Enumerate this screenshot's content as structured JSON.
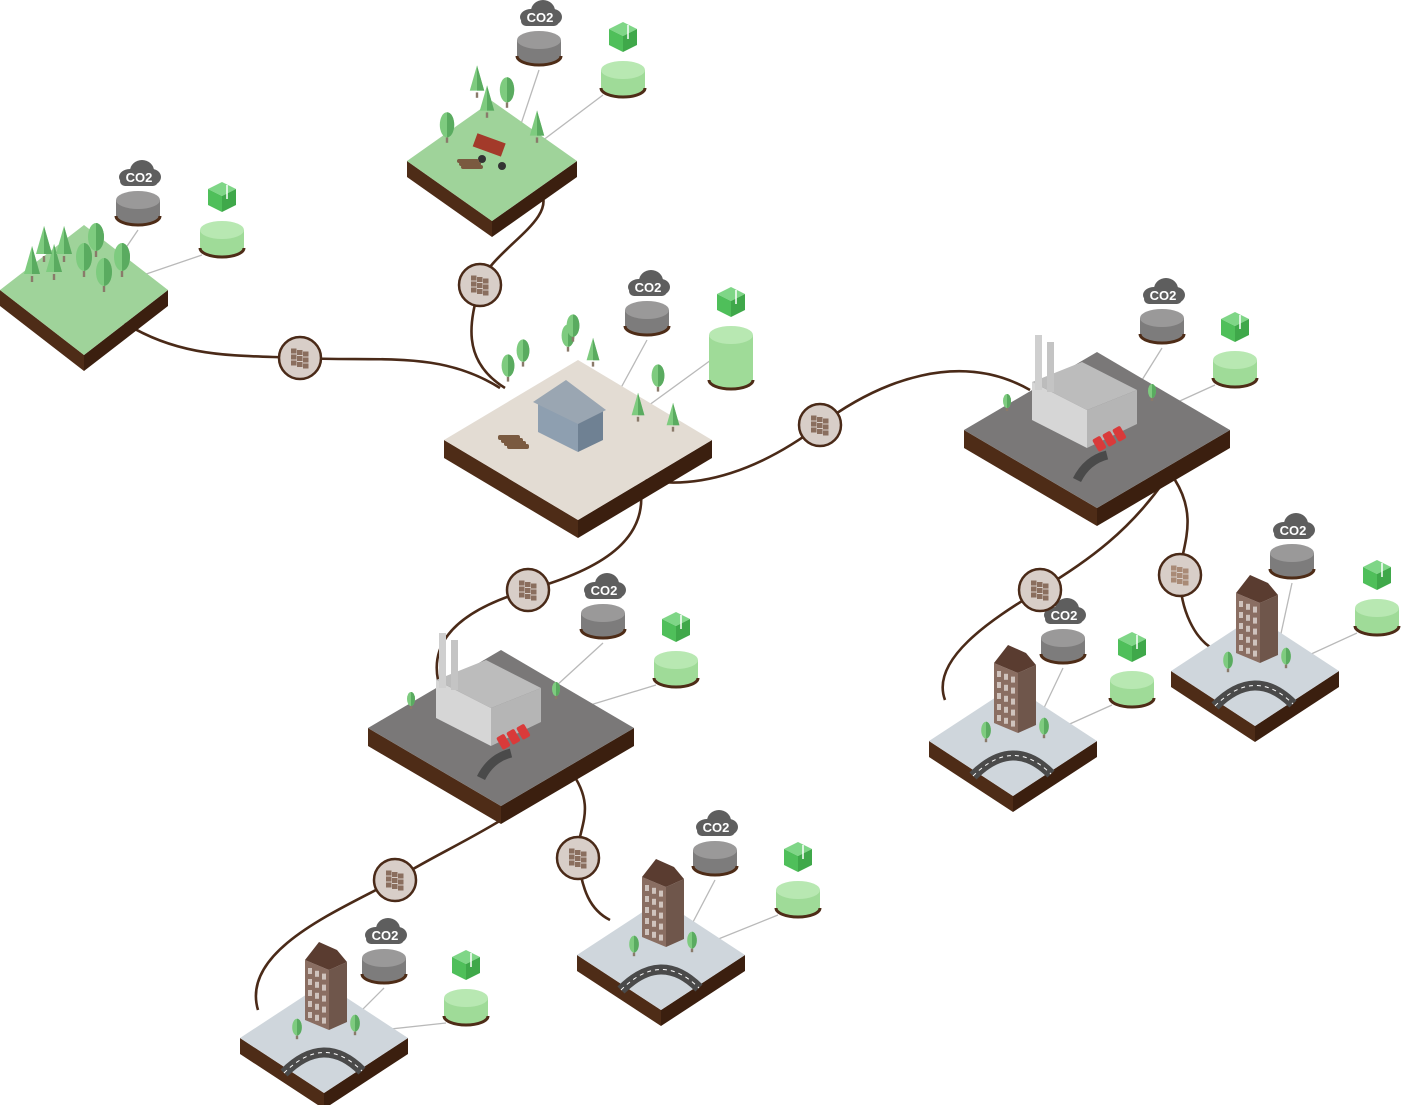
{
  "diagram": {
    "co2_label": "CO2",
    "colors": {
      "soil": "#4e2c17",
      "soil_dark": "#3b1f0f",
      "grass_top": "#9fd39a",
      "mill_top": "#e3dcd3",
      "industrial_top": "#7a7878",
      "city_top": "#cfd6dc",
      "road": "#4a4a4a",
      "connector": "#4a2a18",
      "pallet_bg": "#d8cec8",
      "co2_cylinder": "#7d7c7c",
      "co2_cylinder_top": "#9a9999",
      "stock_cylinder": "#9fdb98",
      "stock_cylinder_top": "#b8e8b2",
      "box_icon": "#4fbf5a",
      "cloud": "#5e5e5e",
      "tree": "#7ecb7f",
      "tree_dark": "#5aab60",
      "building": "#8a6e62",
      "building_roof": "#5a3c30",
      "factory_wall": "#d6d6d6",
      "factory_roof": "#bcbcbc",
      "trucks": "#d93a3a",
      "harvester": "#a33a2a"
    },
    "nodes": [
      {
        "id": "forest",
        "kind": "forest"
      },
      {
        "id": "harvest-site",
        "kind": "harvest"
      },
      {
        "id": "sawmill",
        "kind": "sawmill"
      },
      {
        "id": "factory-east",
        "kind": "factory"
      },
      {
        "id": "factory-south",
        "kind": "factory"
      },
      {
        "id": "building-east-1",
        "kind": "building"
      },
      {
        "id": "building-east-2",
        "kind": "building"
      },
      {
        "id": "building-south-1",
        "kind": "building"
      },
      {
        "id": "building-south-2",
        "kind": "building"
      }
    ],
    "connections": [
      {
        "from": "forest",
        "to": "sawmill",
        "icon": "timber-pallet-icon"
      },
      {
        "from": "harvest-site",
        "to": "sawmill",
        "icon": "timber-pallet-icon"
      },
      {
        "from": "sawmill",
        "to": "factory-east",
        "icon": "timber-pallet-icon"
      },
      {
        "from": "sawmill",
        "to": "factory-south",
        "icon": "timber-pallet-icon"
      },
      {
        "from": "factory-east",
        "to": "building-east-1",
        "icon": "timber-pallet-icon"
      },
      {
        "from": "factory-east",
        "to": "building-east-2",
        "icon": "boards-pallet-icon"
      },
      {
        "from": "factory-south",
        "to": "building-south-1",
        "icon": "timber-pallet-icon"
      },
      {
        "from": "factory-south",
        "to": "building-south-2",
        "icon": "timber-pallet-icon"
      }
    ]
  }
}
